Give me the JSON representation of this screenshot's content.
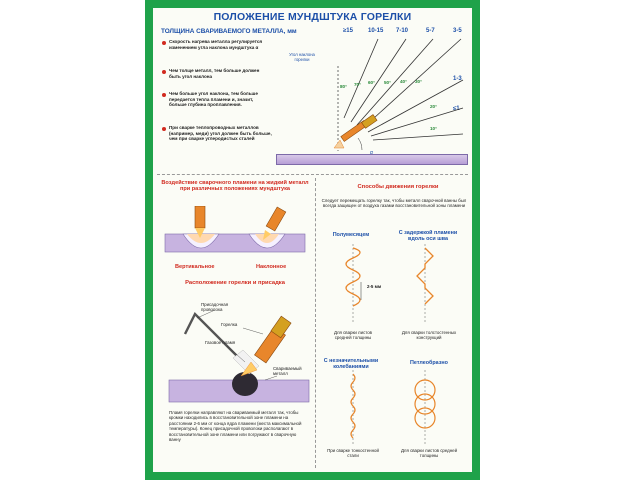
{
  "title": "ПОЛОЖЕНИЕ МУНДШТУКА ГОРЕЛКИ",
  "thickness_header": "ТОЛЩИНА СВАРИВАЕМОГО МЕТАЛЛА, мм",
  "thickness_values": [
    "≥15",
    "10-15",
    "7-10",
    "5-7",
    "3-5",
    "1-3",
    "≤1"
  ],
  "angle_label": "Угол наклона горелки",
  "angles": [
    "80°",
    "70°",
    "60°",
    "50°",
    "40°",
    "30°",
    "20°",
    "10°"
  ],
  "alpha": "α",
  "bullets": [
    "Скорость нагрева металла регулируется изменением угла наклона мундштука α",
    "Чем толще металл, тем больше должен быть угол наклона",
    "Чем больше угол наклона, тем больше передается тепла пламени и, значит, больше глубина проплавления.",
    "При сварке теплопроводных металлов (например, меди) угол должен быть больше, чем при сварке углеродистых сталей"
  ],
  "flame_effect_title": "Воздействие сварочного пламени на жидкий металл при различных положениях мундштука",
  "flame_vertical": "Вертикальное",
  "flame_inclined": "Наклонное",
  "position_title": "Расположение горелки и присадка",
  "labels_position": {
    "filler": "Присадочная проволока",
    "torch": "Горелка",
    "gas_flame": "Газовое пламя",
    "metal": "Свариваемый металл"
  },
  "position_text": "Пламя горелки направляют на свариваемый металл так, чтобы кромки находились в восстановительной зоне пламени на расстоянии 2-6 мм от конца ядра пламени (места максимальной температуры). Конец присадочной проволоки располагают в восстановительной зоне пламени или погружают в сварочную ванну",
  "methods_title": "Способы движения горелки",
  "methods_text": "Следует перемещать горелку так, чтобы металл сварочной ванны был всегда защищен от воздуха газами восстановительной зоны пламени",
  "methods": [
    {
      "name": "Полумесяцем",
      "note": "Для сварки листов средней толщины"
    },
    {
      "name": "С задержкой пламени вдоль оси шва",
      "note": "Для сварки толстостенных конструкций"
    },
    {
      "name": "С незначительными колебаниями",
      "note": "При сварке тонкостенной стали"
    },
    {
      "name": "Петлеобразно",
      "note": "Для сварки листов средней толщины"
    }
  ],
  "dimension": "2-5 мм",
  "colors": {
    "frame": "#1fa24a",
    "blue": "#1c4fa8",
    "red": "#d12a1f",
    "orange": "#e8862b"
  }
}
